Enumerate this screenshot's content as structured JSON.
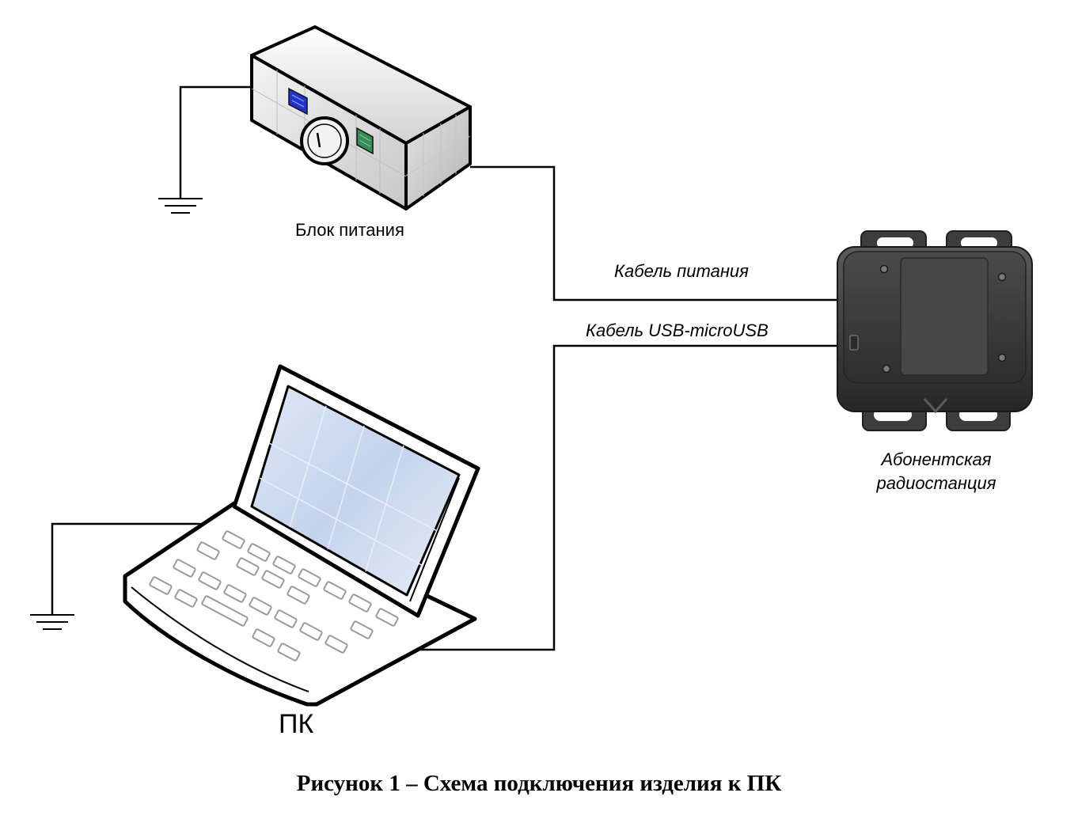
{
  "labels": {
    "power_supply": "Блок питания",
    "power_cable": "Кабель питания",
    "usb_cable": "Кабель USB-microUSB",
    "radio_station": "Абонентская радиостанция",
    "pc": "ПК"
  },
  "caption": "Рисунок 1 – Схема подключения изделия к ПК",
  "colors": {
    "line": "#000000",
    "psu_body": "#e6e6e6",
    "psu_blue_panel": "#2233cc",
    "psu_green_panel": "#3a8a55",
    "laptop_screen": "#cfdcf0",
    "radio_body": "#3a3a3a"
  }
}
